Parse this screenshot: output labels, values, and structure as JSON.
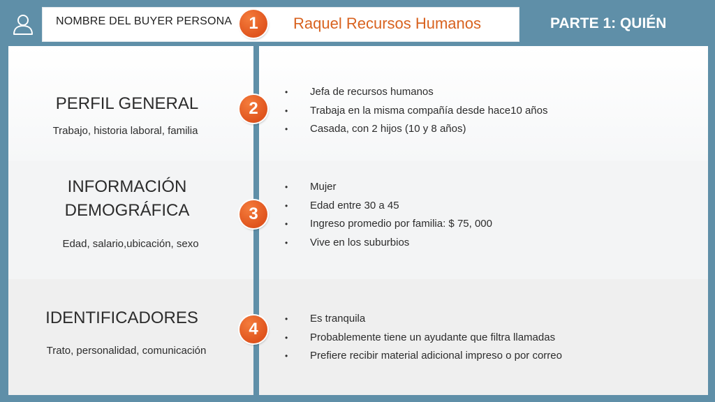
{
  "header": {
    "buyer_label": "NOMBRE DEL BUYER PERSONA",
    "buyer_name": "Raquel Recursos Humanos",
    "part_title": "PARTE 1: QUIÉN",
    "badge": "1"
  },
  "sections": [
    {
      "badge": "2",
      "title_lines": [
        "PERFIL GENERAL"
      ],
      "subtitle": "Trabajo, historia laboral, familia",
      "bullets": [
        "Jefa de recursos humanos",
        "Trabaja en la misma compañía desde hace10 años",
        "Casada, con 2 hijos (10 y 8 años)"
      ]
    },
    {
      "badge": "3",
      "title_lines": [
        "INFORMACIÓN",
        "DEMOGRÁFICA"
      ],
      "subtitle": "Edad, salario,ubicación, sexo",
      "bullets": [
        "Mujer",
        "Edad entre 30 a 45",
        "Ingreso promedio por familia: $ 75, 000",
        "Vive en los suburbios"
      ]
    },
    {
      "badge": "4",
      "title_lines": [
        "IDENTIFICADORES"
      ],
      "subtitle": "Trato, personalidad, comunicación",
      "bullets": [
        "Es tranquila",
        "Probablemente tiene un ayudante que filtra llamadas",
        "Prefiere recibir material adicional impreso o por correo"
      ]
    }
  ],
  "colors": {
    "frame": "#5f8fa8",
    "accent": "#e0541d",
    "name_text": "#d8621f"
  },
  "icons": {
    "persona": "user-outline-icon"
  }
}
